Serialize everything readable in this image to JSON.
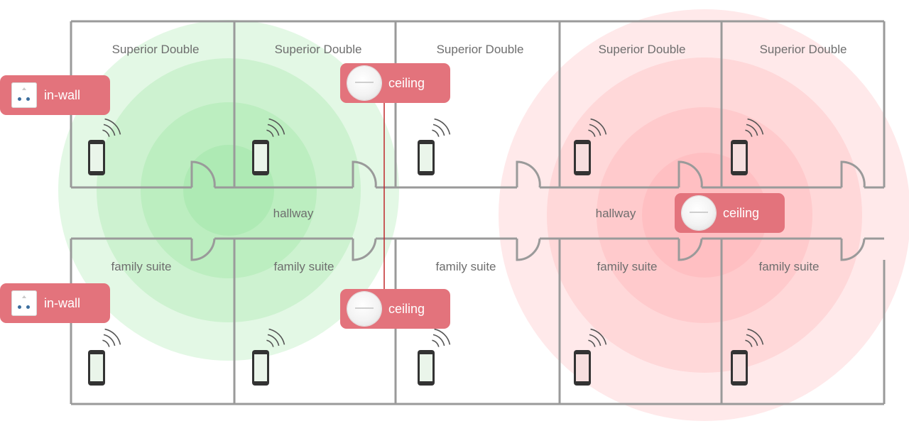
{
  "rooms": {
    "top_label": "Superior Double",
    "bottom_label": "family suite",
    "hallway_label": "hallway"
  },
  "devices": {
    "in_wall_label": "in-wall",
    "ceiling_label": "ceiling"
  },
  "colors": {
    "wall": "#9a9a9a",
    "room_text": "#6e6e6e",
    "tag_bg": "#e3737c",
    "green_coverage": "#7fe08a",
    "red_coverage": "#ff9aa0",
    "cable": "#c0282c",
    "phone_dark": "#333333",
    "phone_green_screen": "#eaf5ea",
    "phone_red_screen": "#f6dede"
  },
  "icons": {
    "in_wall": "wall-plate-ap-icon",
    "ceiling": "ceiling-ap-disc-icon",
    "phone": "smartphone-icon",
    "signal": "wifi-signal-icon"
  }
}
